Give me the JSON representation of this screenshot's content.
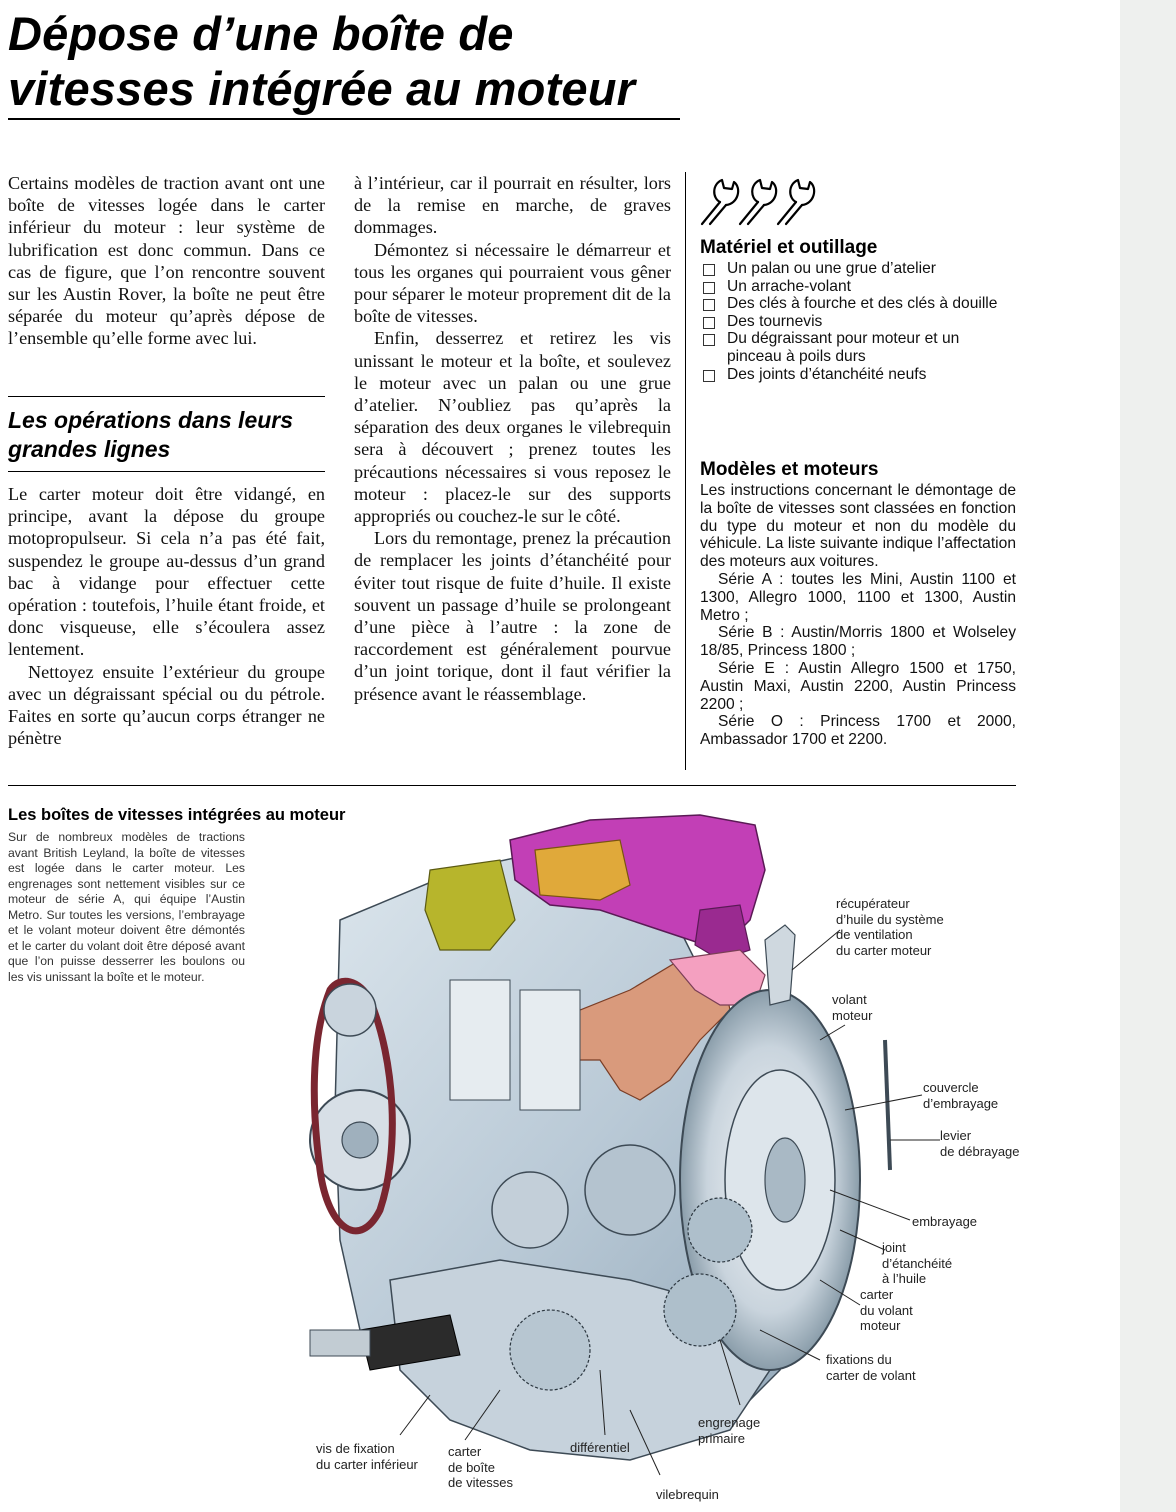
{
  "title": "Dépose d’une boîte de vitesses intégrée au moteur",
  "column1": {
    "intro": "Certains modèles de traction avant ont une boîte de vitesses logée dans le carter inférieur du moteur : leur système de lubrification est donc commun. Dans ce cas de figure, que l’on rencontre souvent sur les Austin Rover, la boîte ne peut être séparée du moteur qu’après dépose de l’ensemble qu’elle forme avec lui.",
    "section_heading": "Les opérations dans leurs grandes lignes",
    "p1": "Le carter moteur doit être vidangé, en principe, avant la dépose du groupe motopropulseur. Si cela n’a pas été fait, suspendez le groupe au-dessus d’un grand bac à vidange pour effectuer cette opération : toutefois, l’huile étant froide, et donc visqueuse, elle s’écoulera assez lentement.",
    "p2": "Nettoyez ensuite l’extérieur du groupe avec un dégraissant spécial ou du pétrole. Faites en sorte qu’aucun corps étranger ne pénètre"
  },
  "column2": {
    "p0": "à l’intérieur, car il pourrait en résulter, lors de la remise en marche, de graves dommages.",
    "p1": "Démontez si nécessaire le démarreur et tous les organes qui pourraient vous gêner pour séparer le moteur proprement dit de la boîte de vitesses.",
    "p2": "Enfin, desserrez et retirez les vis unissant le moteur et la boîte, et soulevez le moteur avec un palan ou une grue d’atelier. N’oubliez pas qu’après la séparation des deux organes le vilebrequin sera à découvert ; prenez toutes les précautions nécessaires si vous reposez le moteur : placez-le sur des supports appropriés ou couchez-le sur le côté.",
    "p3": "Lors du remontage, prenez la précaution de remplacer les joints d’étanchéité pour éviter tout risque de fuite d’huile. Il existe souvent un passage d’huile se prolongeant d’une pièce à l’autre : la zone de raccordement est généralement pourvue d’un joint torique, dont il faut vérifier la présence avant le réassemblage."
  },
  "sidebar": {
    "icon": "wrench-icon",
    "tools_heading": "Matériel et outillage",
    "tools": [
      "Un palan ou une grue d’atelier",
      "Un arrache-volant",
      "Des clés à fourche et des clés à douille",
      "Des tournevis",
      "Du dégraissant pour moteur et un pinceau à poils durs",
      "Des joints d’étanchéité neufs"
    ],
    "models_heading": "Modèles et moteurs",
    "models_intro": "Les instructions concernant le démontage de la boîte de vitesses sont classées en fonction du type du moteur et non du modèle du véhicule. La liste suivante indique l’affectation des moteurs aux voitures.",
    "series": [
      "Série A : toutes les Mini, Austin 1100 et 1300, Allegro 1000, 1100 et 1300, Austin Metro ;",
      "Série B : Austin/Morris 1800 et Wolseley 18/85, Princess 1800 ;",
      "Série E : Austin Allegro 1500 et 1750, Austin Maxi, Austin 2200, Austin Princess 2200 ;",
      "Série O : Princess 1700 et 2000, Ambassador 1700 et 2200."
    ]
  },
  "figure": {
    "title": "Les boîtes de vitesses intégrées au moteur",
    "caption": "Sur de nombreux modèles de tractions avant British Leyland, la boîte de vitesses est logée dans le carter moteur. Les engrenages sont nettement visibles sur ce moteur de série A, qui équipe l’Austin Metro. Sur toutes les versions, l’embrayage et le volant moteur doivent être démontés et le carter du volant doit être déposé avant que l’on puisse desserrer les boulons ou les vis unissant la boîte et le moteur.",
    "labels": {
      "recuperateur": "récupérateur\nd’huile du système\nde ventilation\ndu carter moteur",
      "volant_moteur": "volant\nmoteur",
      "couvercle": "couvercle\nd’embrayage",
      "levier": "levier\nde débrayage",
      "embrayage": "embrayage",
      "joint": "joint\nd’étanchéité\nà l’huile",
      "carter_volant": "carter\ndu volant\nmoteur",
      "fixations": "fixations du\ncarter de volant",
      "engrenage": "engrenage\nprimaire",
      "differentiel": "différentiel",
      "carter_boite": "carter\nde boîte\nde vitesses",
      "vis_fixation": "vis de fixation\ndu carter inférieur",
      "vilebrequin": "vilebrequin"
    },
    "colors": {
      "engine_block": "#b9c9d6",
      "cylinder_head": "#c23fb6",
      "carburettor": "#b7b52c",
      "exhaust_manifold": "#d99a7c",
      "timing_gear": "#e0a93a",
      "belt": "#7a2630"
    }
  }
}
